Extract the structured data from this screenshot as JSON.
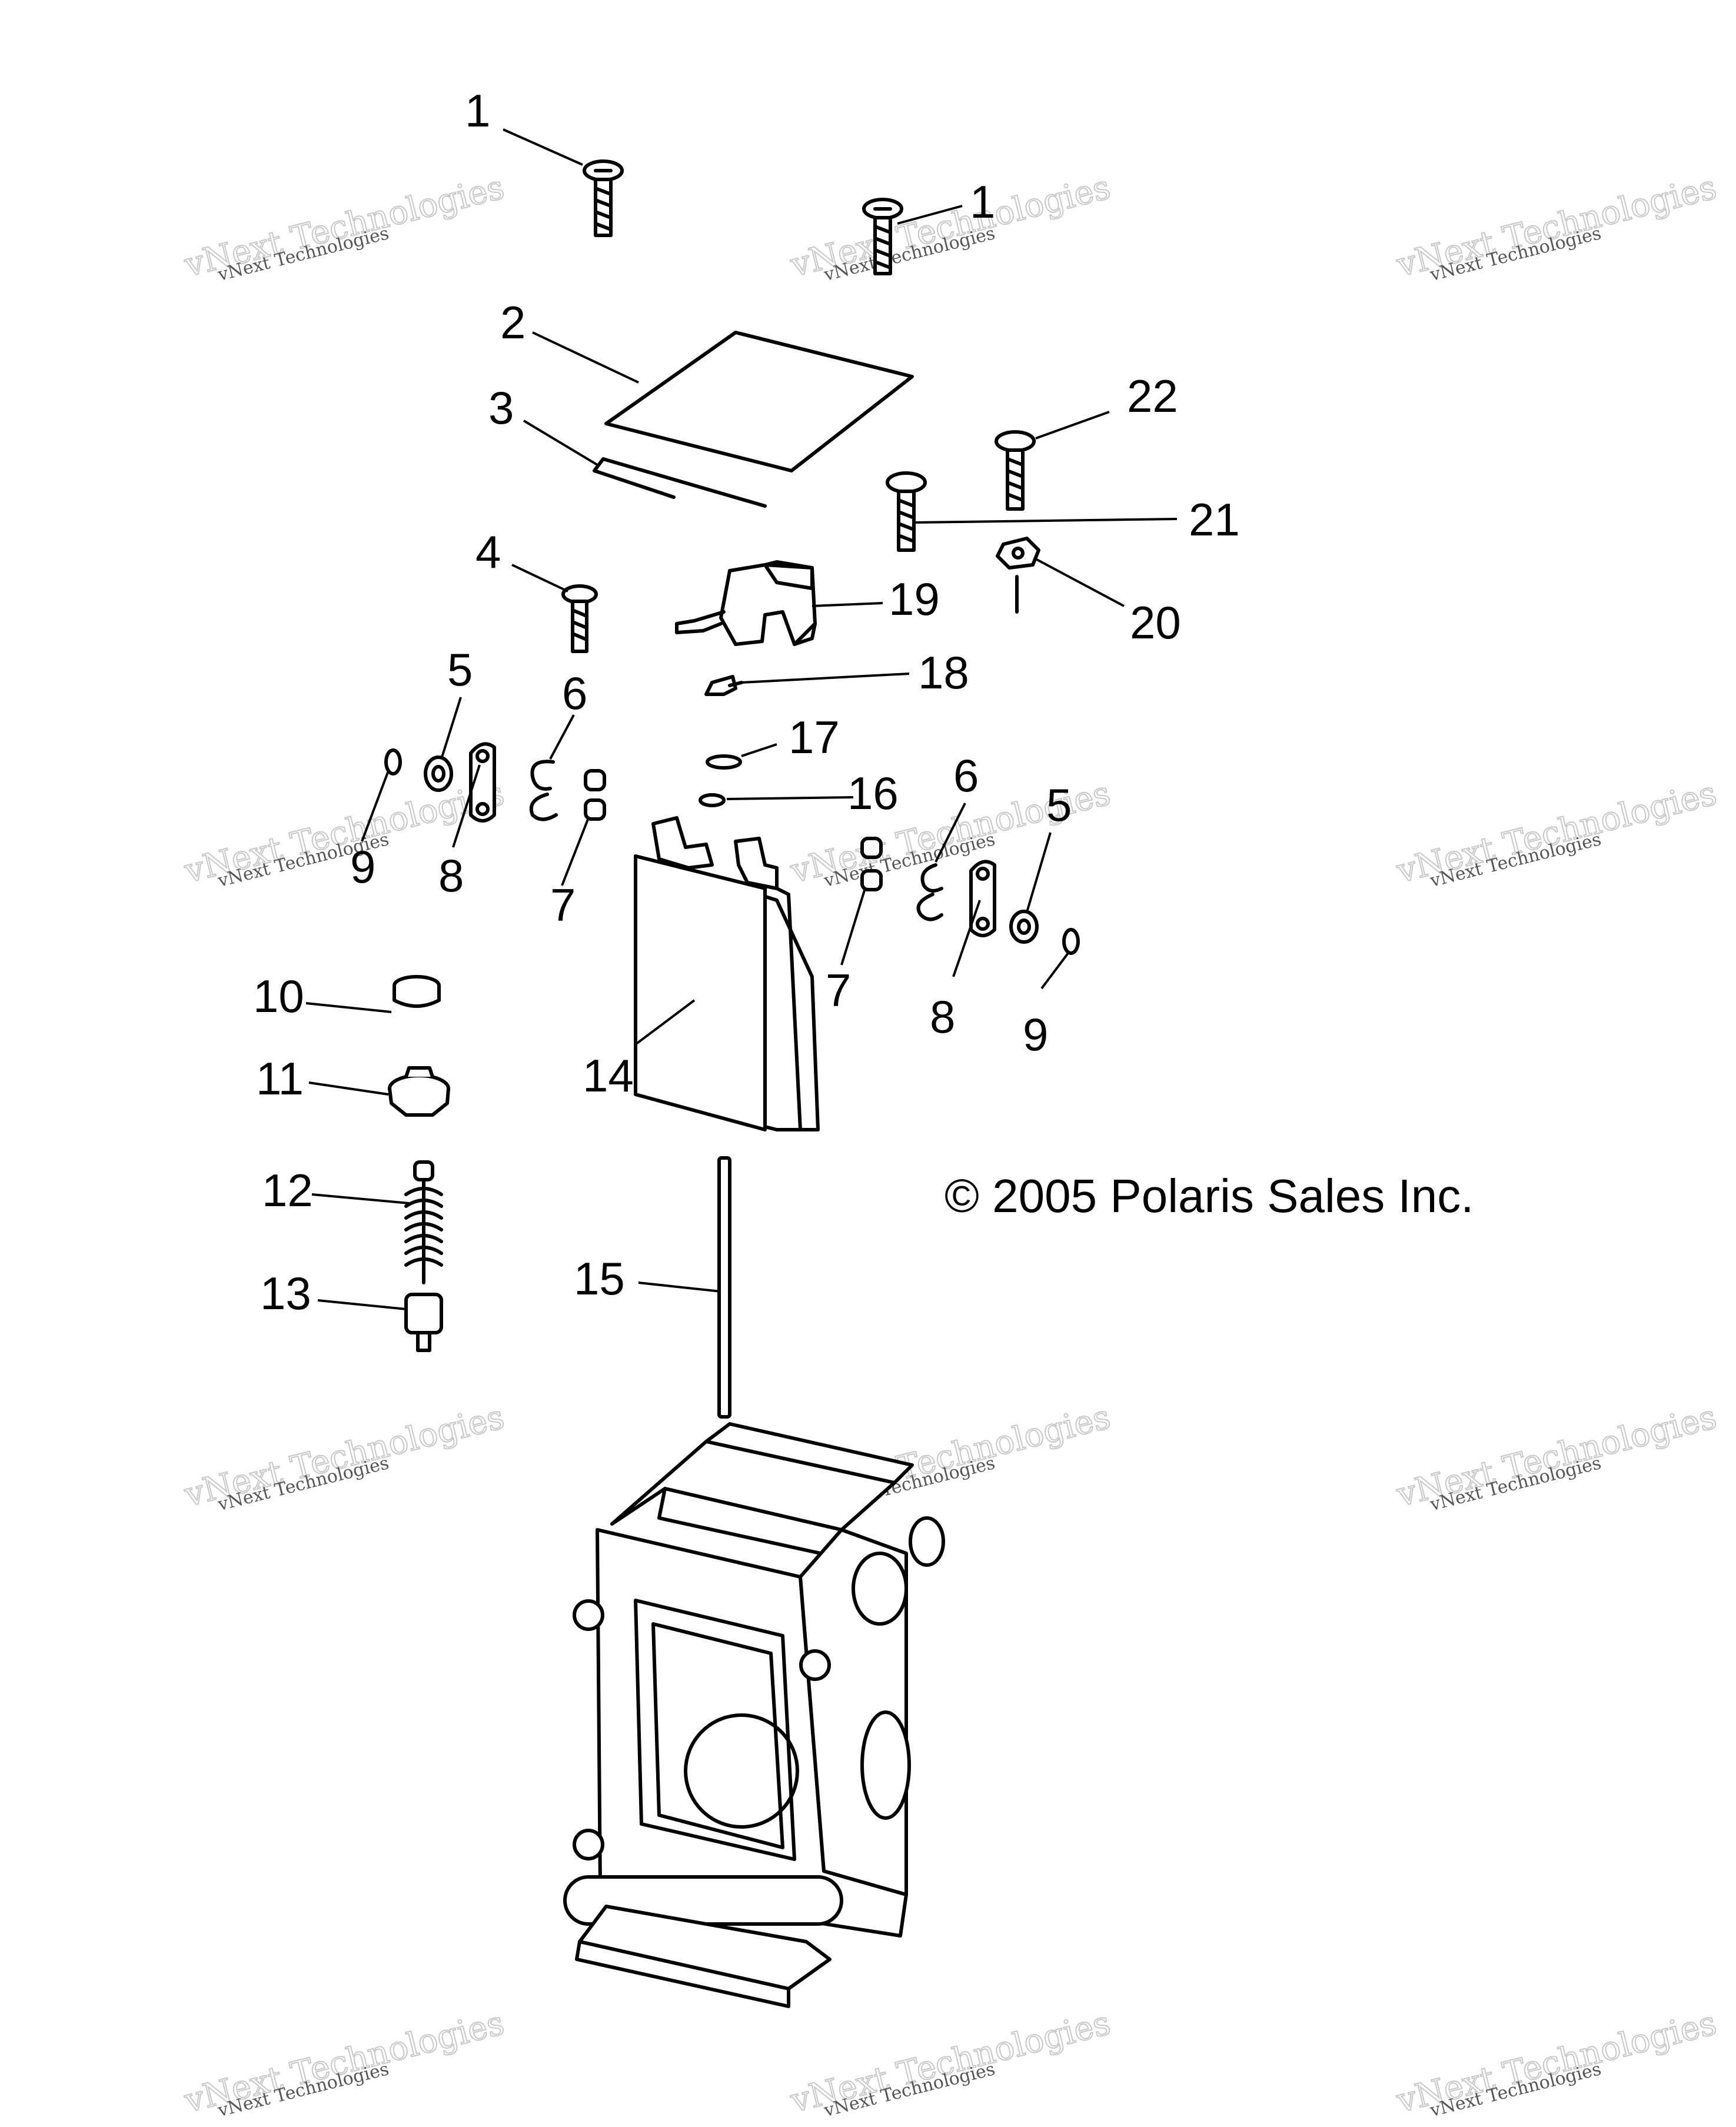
{
  "copyright": "© 2005 Polaris Sales Inc.",
  "watermark": {
    "big_text": "vNext Technologies",
    "small_text": "vNext Technologies"
  },
  "callouts": [
    {
      "id": "c1a",
      "label": "1"
    },
    {
      "id": "c1b",
      "label": "1"
    },
    {
      "id": "c2",
      "label": "2"
    },
    {
      "id": "c3",
      "label": "3"
    },
    {
      "id": "c22",
      "label": "22"
    },
    {
      "id": "c21",
      "label": "21"
    },
    {
      "id": "c4",
      "label": "4"
    },
    {
      "id": "c19",
      "label": "19"
    },
    {
      "id": "c20",
      "label": "20"
    },
    {
      "id": "c18",
      "label": "18"
    },
    {
      "id": "c5a",
      "label": "5"
    },
    {
      "id": "c6a",
      "label": "6"
    },
    {
      "id": "c17",
      "label": "17"
    },
    {
      "id": "c16",
      "label": "16"
    },
    {
      "id": "c6b",
      "label": "6"
    },
    {
      "id": "c5b",
      "label": "5"
    },
    {
      "id": "c9a",
      "label": "9"
    },
    {
      "id": "c8a",
      "label": "8"
    },
    {
      "id": "c7a",
      "label": "7"
    },
    {
      "id": "c7b",
      "label": "7"
    },
    {
      "id": "c8b",
      "label": "8"
    },
    {
      "id": "c9b",
      "label": "9"
    },
    {
      "id": "c10",
      "label": "10"
    },
    {
      "id": "c14",
      "label": "14"
    },
    {
      "id": "c11",
      "label": "11"
    },
    {
      "id": "c12",
      "label": "12"
    },
    {
      "id": "c15",
      "label": "15"
    },
    {
      "id": "c13",
      "label": "13"
    }
  ]
}
